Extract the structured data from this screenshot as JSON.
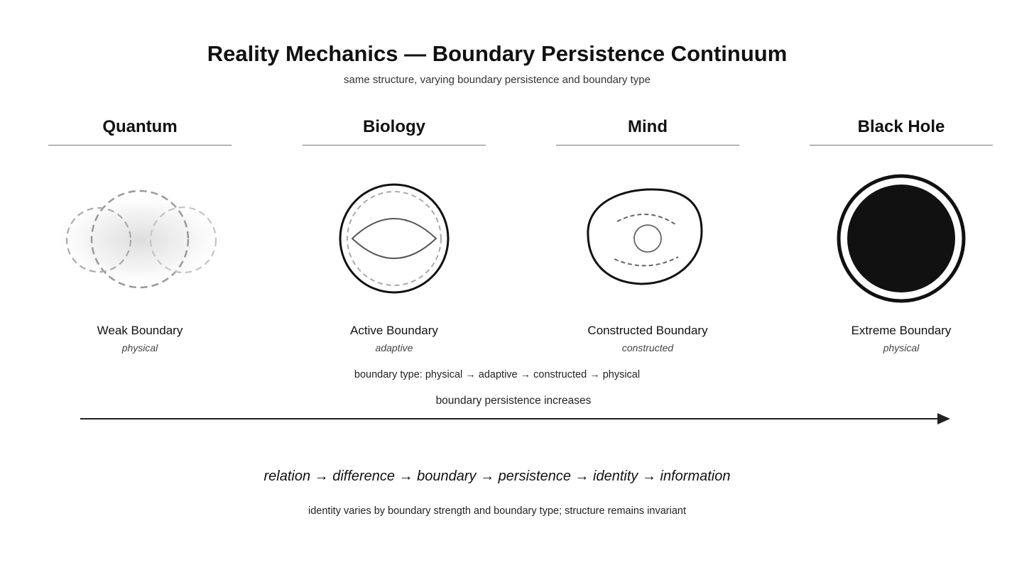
{
  "title": "Reality Mechanics — Boundary Persistence Continuum",
  "subtitle": "same structure, varying boundary persistence and boundary type",
  "columns": [
    {
      "heading": "Quantum",
      "boundary_label": "Weak Boundary",
      "boundary_type": "physical"
    },
    {
      "heading": "Biology",
      "boundary_label": "Active Boundary",
      "boundary_type": "adaptive"
    },
    {
      "heading": "Mind",
      "boundary_label": "Constructed Boundary",
      "boundary_type": "constructed"
    },
    {
      "heading": "Black Hole",
      "boundary_label": "Extreme Boundary",
      "boundary_type": "physical"
    }
  ],
  "boundary_type_sequence": "boundary type: physical → adaptive → constructed → physical",
  "persistence_label": "boundary persistence increases",
  "chain": "relation → difference → boundary → persistence → identity → information",
  "footer": "identity varies by boundary strength and boundary type; structure remains invariant"
}
